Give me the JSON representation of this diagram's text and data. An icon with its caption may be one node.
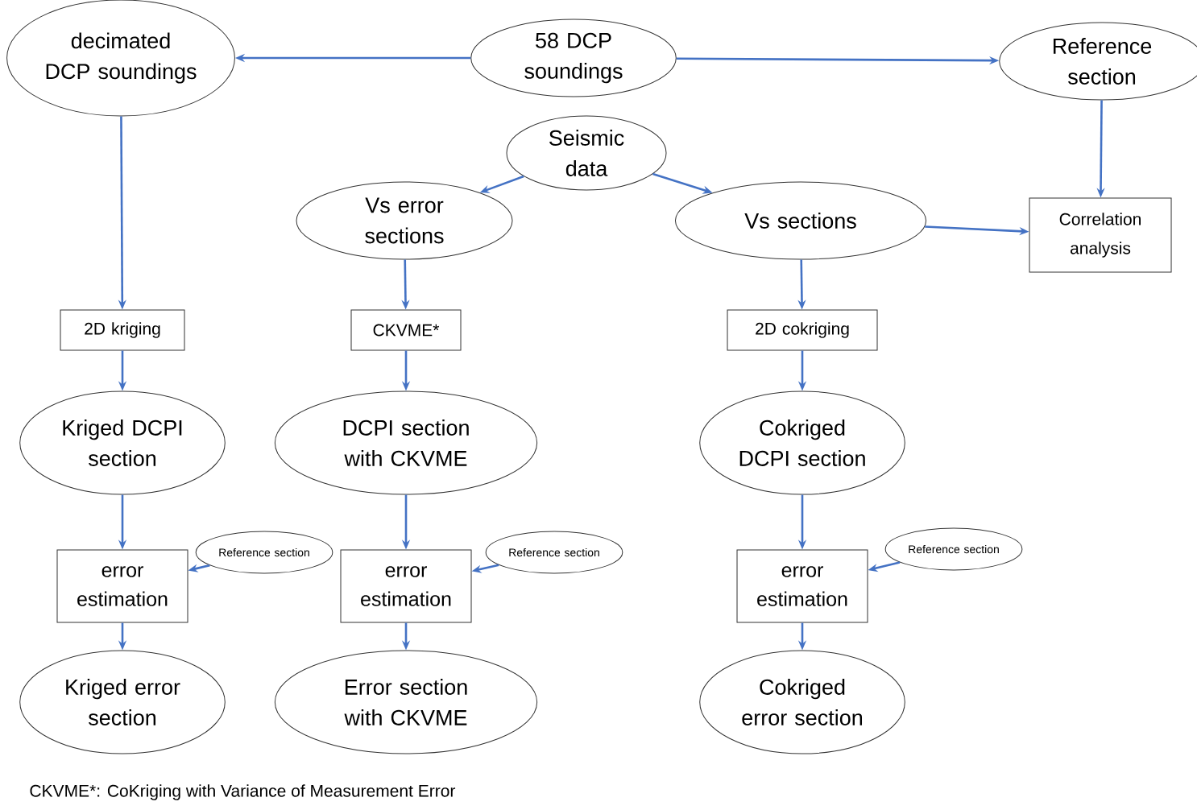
{
  "diagram": {
    "nodes": [
      {
        "text": [
          "58 DCP soundings"
        ]
      },
      {
        "text": [
          "decimated DCP soundings"
        ]
      },
      {
        "text": [
          "Reference section"
        ]
      },
      {
        "text": [
          "Seismic data"
        ]
      },
      {
        "text": [
          "Vs error sections"
        ]
      },
      {
        "text": [
          "Vs sections"
        ]
      },
      {
        "text": [
          "Correlation analysis"
        ]
      },
      {
        "text": [
          "2D kriging"
        ]
      },
      {
        "text": [
          "CKVME*"
        ]
      },
      {
        "text": [
          "2D cokriging"
        ]
      },
      {
        "text": [
          "Kriged DCPI section"
        ]
      },
      {
        "text": [
          "DCPI section with CKVME"
        ]
      },
      {
        "text": [
          "Cokriged DCPI section"
        ]
      },
      {
        "text": [
          "error estimation"
        ]
      },
      {
        "text": [
          "Reference section"
        ]
      },
      {
        "text": [
          "error estimation"
        ]
      },
      {
        "text": [
          "Reference section"
        ]
      },
      {
        "text": [
          "error estimation"
        ]
      },
      {
        "text": [
          "Reference section"
        ]
      },
      {
        "text": [
          "Kriged error section"
        ]
      },
      {
        "text": [
          "Error section with CKVME"
        ]
      },
      {
        "text": [
          "Cokriged error section"
        ]
      }
    ],
    "edges": [
      {
        "from": 0,
        "to": 1,
        "arrow": "to"
      },
      {
        "from": 0,
        "to": 2,
        "arrow": "to"
      },
      {
        "from": 2,
        "to": 6,
        "arrow": "to"
      },
      {
        "from": 3,
        "to": 4,
        "arrow": "to"
      },
      {
        "from": 3,
        "to": 5,
        "arrow": "to"
      },
      {
        "from": 5,
        "to": 6,
        "arrow": "to"
      },
      {
        "from": 1,
        "to": 7,
        "arrow": "to"
      },
      {
        "from": 4,
        "to": 8,
        "arrow": "to"
      },
      {
        "from": 5,
        "to": 9,
        "arrow": "to"
      },
      {
        "from": 7,
        "to": 10,
        "arrow": "to"
      },
      {
        "from": 8,
        "to": 11,
        "arrow": "to"
      },
      {
        "from": 9,
        "to": 12,
        "arrow": "to"
      },
      {
        "from": 10,
        "to": 13,
        "arrow": "to"
      },
      {
        "from": 11,
        "to": 15,
        "arrow": "to"
      },
      {
        "from": 12,
        "to": 17,
        "arrow": "to"
      },
      {
        "from": 14,
        "to": 13,
        "arrow": "to"
      },
      {
        "from": 16,
        "to": 15,
        "arrow": "to"
      },
      {
        "from": 18,
        "to": 17,
        "arrow": "to"
      },
      {
        "from": 13,
        "to": 19,
        "arrow": "to"
      },
      {
        "from": 15,
        "to": 20,
        "arrow": "to"
      },
      {
        "from": 17,
        "to": 21,
        "arrow": "to"
      }
    ],
    "labels": [
      "CKVME*: CoKriging with Variance of Measurement Error"
    ]
  }
}
